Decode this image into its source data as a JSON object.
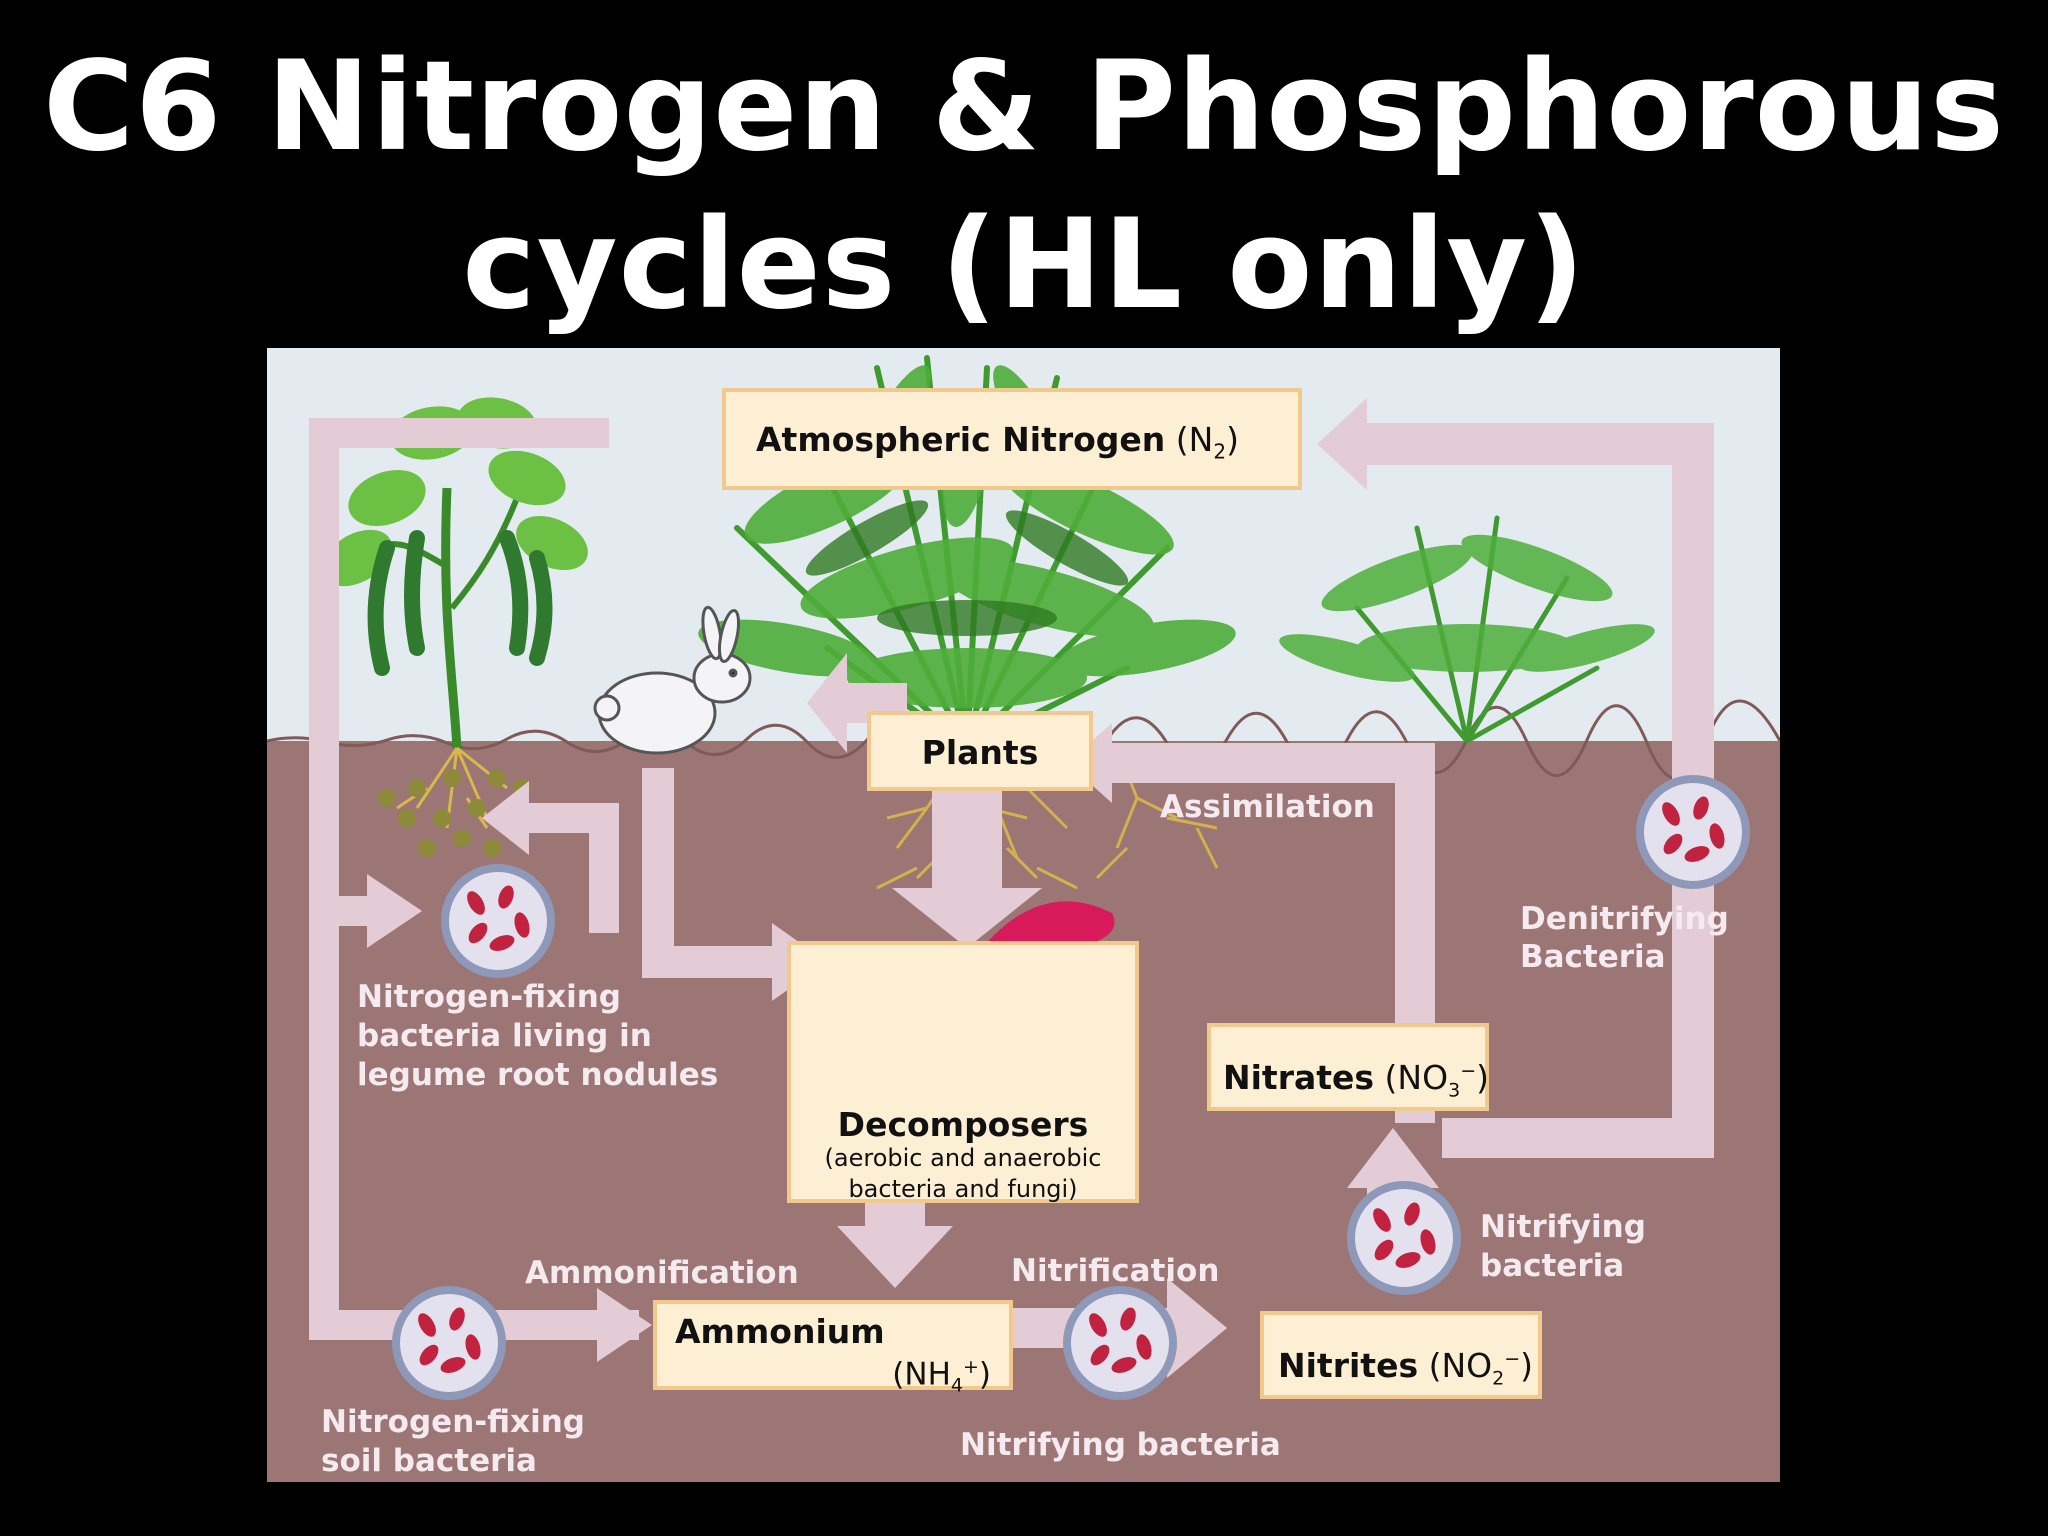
{
  "title": {
    "line1": "C6 Nitrogen & Phosphorous",
    "line2": "cycles (HL only)"
  },
  "boxes": {
    "atmospheric": {
      "name": "Atmospheric Nitrogen",
      "formula": "N",
      "sub": "2"
    },
    "plants": {
      "name": "Plants"
    },
    "decomposers": {
      "name": "Decomposers",
      "note_line1": "(aerobic and anaerobic",
      "note_line2": "bacteria and fungi)"
    },
    "ammonium": {
      "name": "Ammonium",
      "formula": "NH",
      "sub": "4",
      "sup": "+"
    },
    "nitrites": {
      "name": "Nitrites",
      "formula": "NO",
      "sub": "2",
      "sup": "−"
    },
    "nitrates": {
      "name": "Nitrates",
      "formula": "NO",
      "sub": "3",
      "sup": "−"
    }
  },
  "labels": {
    "assimilation": "Assimilation",
    "denitrifying_1": "Denitrifying",
    "denitrifying_2": "Bacteria",
    "legume_1": "Nitrogen-fixing",
    "legume_2": "bacteria living in",
    "legume_3": "legume root nodules",
    "ammonification": "Ammonification",
    "nitrification": "Nitrification",
    "nitrifying_1": "Nitrifying",
    "nitrifying_2": "bacteria",
    "soil_1": "Nitrogen-fixing",
    "soil_2": "soil bacteria",
    "nitrifying_bottom": "Nitrifying bacteria"
  },
  "colors": {
    "sky": "#e3ebf0",
    "soil": "#9c7675",
    "arrow": "#e3ccd6",
    "box_fill": "#fcefd4",
    "box_border": "#f2c98d",
    "bacteria": "#c0223f",
    "bacteria_ring": "#8e98b8",
    "leaf_green": "#3f9a2f",
    "mushroom": "#d91a5a"
  }
}
